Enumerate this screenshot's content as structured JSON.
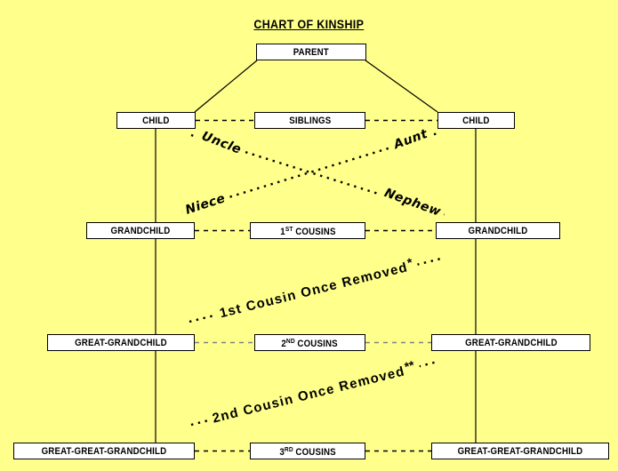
{
  "title": "CHART OF KINSHIP",
  "colors": {
    "background": "#FFFF8C",
    "box_fill": "#FFFFFF",
    "line": "#000000",
    "muted_dash": "#808080"
  },
  "boxes": {
    "parent": "PARENT",
    "child_left": "CHILD",
    "siblings": "SIBLINGS",
    "child_right": "CHILD",
    "grandchild_left": "GRANDCHILD",
    "cousins_1": {
      "num": "1",
      "sup": "ST",
      "rest": "COUSINS"
    },
    "grandchild_right": "GRANDCHILD",
    "great_grandchild_left": "GREAT-GRANDCHILD",
    "cousins_2": {
      "num": "2",
      "sup": "ND",
      "rest": "COUSINS"
    },
    "great_grandchild_right": "GREAT-GRANDCHILD",
    "great_great_grandchild_left": "GREAT-GREAT-GRANDCHILD",
    "cousins_3": {
      "num": "3",
      "sup": "RD",
      "rest": "COUSINS"
    },
    "great_great_grandchild_right": "GREAT-GREAT-GRANDCHILD"
  },
  "relation_labels": {
    "uncle": "Uncle",
    "aunt": "Aunt",
    "niece": "Niece",
    "nephew": "Nephew",
    "first_cousin_once_removed": {
      "text": "1st Cousin Once Removed",
      "sup": "*"
    },
    "second_cousin_once_removed": {
      "text": "2nd Cousin Once Removed",
      "sup": "**"
    }
  }
}
